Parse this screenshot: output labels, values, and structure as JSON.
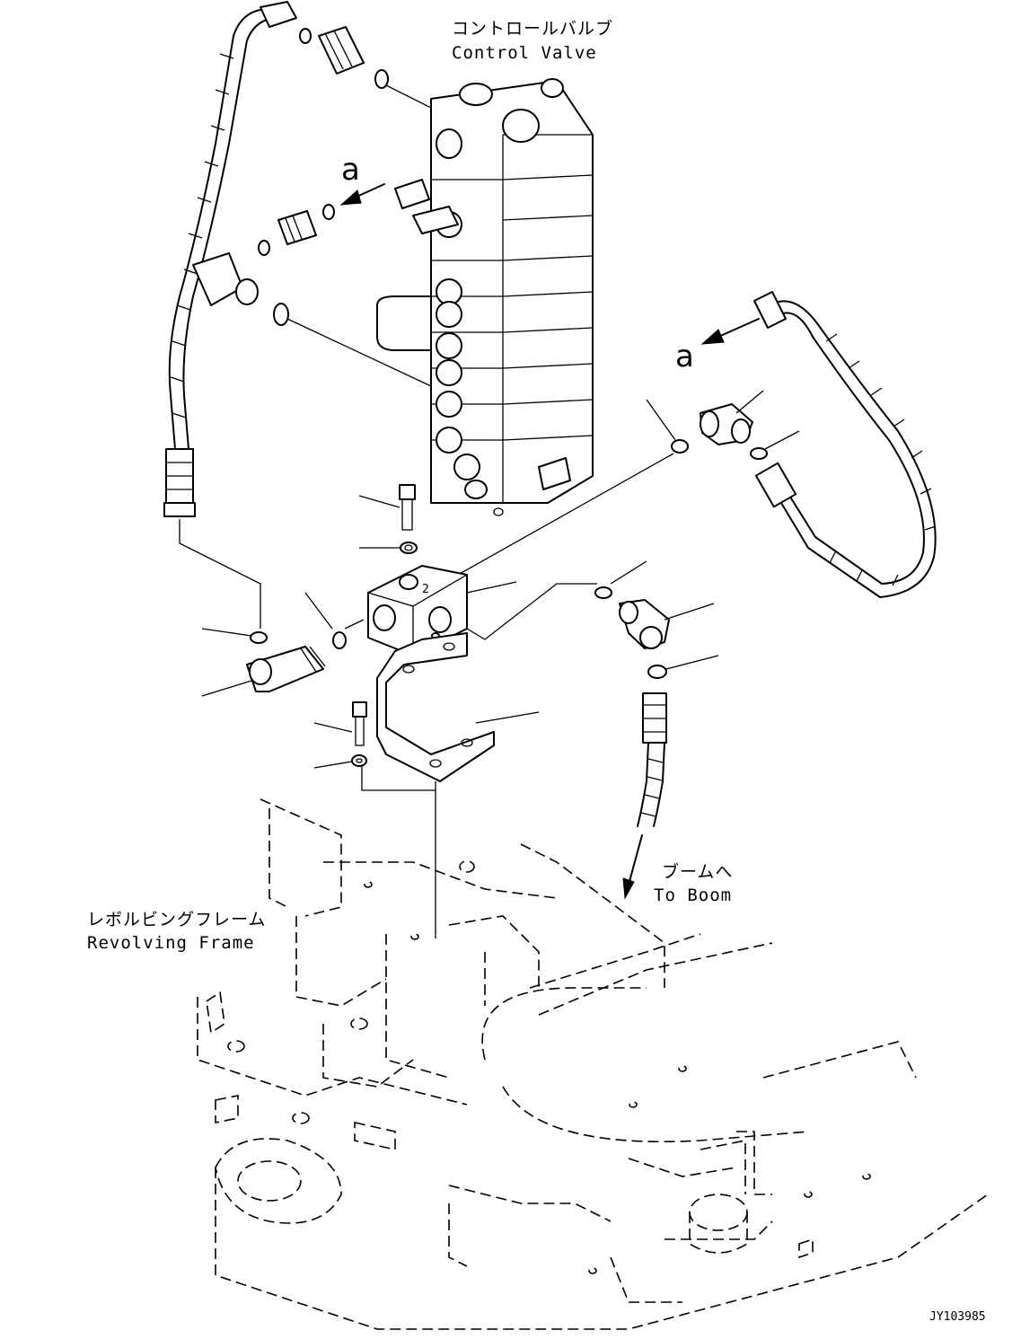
{
  "labels": {
    "control_valve_jp": "コントロールバルブ",
    "control_valve_en": "Control Valve",
    "to_boom_jp": "ブームへ",
    "to_boom_en": "To Boom",
    "revolving_frame_jp": "レボルビングフレーム",
    "revolving_frame_en": "Revolving Frame",
    "view_marker_1": "a",
    "view_marker_2": "a",
    "drawing_number": "JY103985"
  }
}
